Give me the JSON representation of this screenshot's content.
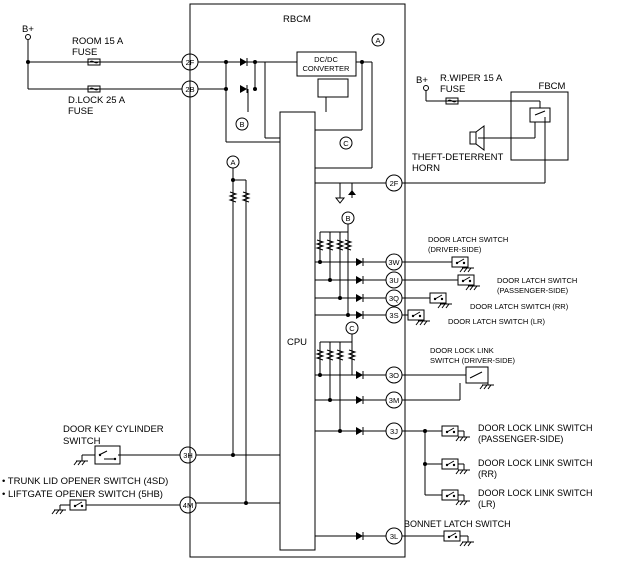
{
  "modules": {
    "rbcm": "RBCM",
    "fbcm": "FBCM",
    "cpu": "CPU",
    "dcdc_line1": "DC/DC",
    "dcdc_line2": "CONVERTER"
  },
  "supply": {
    "bplus": "B+"
  },
  "fuses": {
    "room_line1": "ROOM 15 A",
    "room_line2": "FUSE",
    "dlock_line1": "D.LOCK 25 A",
    "dlock_line2": "FUSE",
    "rwiper_line1": "R.WIPER 15 A",
    "rwiper_line2": "FUSE"
  },
  "horn": {
    "line1": "THEFT-DETERRENT",
    "line2": "HORN"
  },
  "markers": {
    "a": "A",
    "b": "B",
    "c": "C"
  },
  "terminals": [
    "2F",
    "2B",
    "2F",
    "3W",
    "3U",
    "3Q",
    "3S",
    "3O",
    "3M",
    "3J",
    "3H",
    "4M",
    "3L"
  ],
  "switches": {
    "latch_driver_1": "DOOR LATCH SWITCH",
    "latch_driver_2": "(DRIVER-SIDE)",
    "latch_passenger_1": "DOOR LATCH SWITCH",
    "latch_passenger_2": "(PASSENGER-SIDE)",
    "latch_rr": "DOOR LATCH SWITCH (RR)",
    "latch_lr": "DOOR LATCH SWITCH (LR)",
    "link_driver_1": "DOOR LOCK LINK",
    "link_driver_2": "SWITCH (DRIVER-SIDE)",
    "link_passenger_1": "DOOR LOCK LINK SWITCH",
    "link_passenger_2": "(PASSENGER-SIDE)",
    "link_rr_1": "DOOR LOCK LINK SWITCH",
    "link_rr_2": "(RR)",
    "link_lr_1": "DOOR LOCK LINK SWITCH",
    "link_lr_2": "(LR)",
    "key_cyl_1": "DOOR KEY CYLINDER",
    "key_cyl_2": "SWITCH",
    "trunk": "• TRUNK LID OPENER SWITCH (4SD)",
    "liftgate": "• LIFTGATE OPENER SWITCH (5HB)",
    "bonnet": "BONNET LATCH SWITCH"
  }
}
